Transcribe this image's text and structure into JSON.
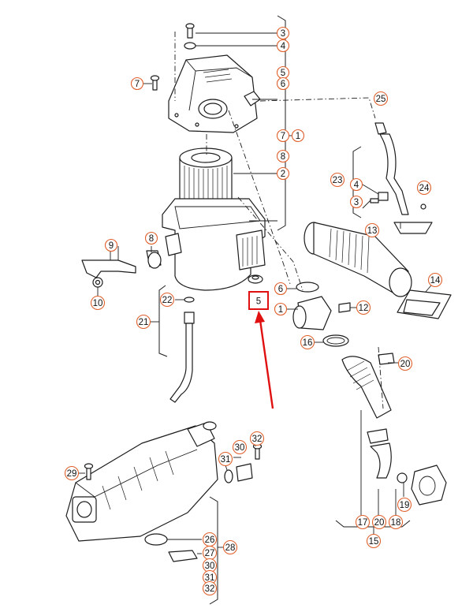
{
  "callouts": [
    {
      "id": "c3a",
      "label": "3"
    },
    {
      "id": "c4a",
      "label": "4"
    },
    {
      "id": "c5a",
      "label": "5"
    },
    {
      "id": "c6a",
      "label": "6"
    },
    {
      "id": "c7a",
      "label": "7"
    },
    {
      "id": "c7b",
      "label": "7"
    },
    {
      "id": "c1a",
      "label": "1"
    },
    {
      "id": "c8a",
      "label": "8"
    },
    {
      "id": "c2a",
      "label": "2"
    },
    {
      "id": "c25",
      "label": "25"
    },
    {
      "id": "c23",
      "label": "23"
    },
    {
      "id": "c4b",
      "label": "4"
    },
    {
      "id": "c3b",
      "label": "3"
    },
    {
      "id": "c24",
      "label": "24"
    },
    {
      "id": "c13",
      "label": "13"
    },
    {
      "id": "c9",
      "label": "9"
    },
    {
      "id": "c8b",
      "label": "8"
    },
    {
      "id": "c10",
      "label": "10"
    },
    {
      "id": "c14",
      "label": "14"
    },
    {
      "id": "c6b",
      "label": "6"
    },
    {
      "id": "c22",
      "label": "22"
    },
    {
      "id": "c1b",
      "label": "1"
    },
    {
      "id": "c12",
      "label": "12"
    },
    {
      "id": "c21",
      "label": "21"
    },
    {
      "id": "c16",
      "label": "16"
    },
    {
      "id": "c20a",
      "label": "20"
    },
    {
      "id": "c32a",
      "label": "32"
    },
    {
      "id": "c30a",
      "label": "30"
    },
    {
      "id": "c31a",
      "label": "31"
    },
    {
      "id": "c29",
      "label": "29"
    },
    {
      "id": "c19",
      "label": "19"
    },
    {
      "id": "c17",
      "label": "17"
    },
    {
      "id": "c20b",
      "label": "20"
    },
    {
      "id": "c18",
      "label": "18"
    },
    {
      "id": "c15",
      "label": "15"
    },
    {
      "id": "c26",
      "label": "26"
    },
    {
      "id": "c27",
      "label": "27"
    },
    {
      "id": "c28",
      "label": "28"
    },
    {
      "id": "c30b",
      "label": "30"
    },
    {
      "id": "c31b",
      "label": "31"
    },
    {
      "id": "c32b",
      "label": "32"
    }
  ],
  "highlight": {
    "label": "5"
  },
  "colors": {
    "callout_ring": "#e0602c",
    "highlight": "#e01010",
    "line": "#1c1c1c"
  }
}
